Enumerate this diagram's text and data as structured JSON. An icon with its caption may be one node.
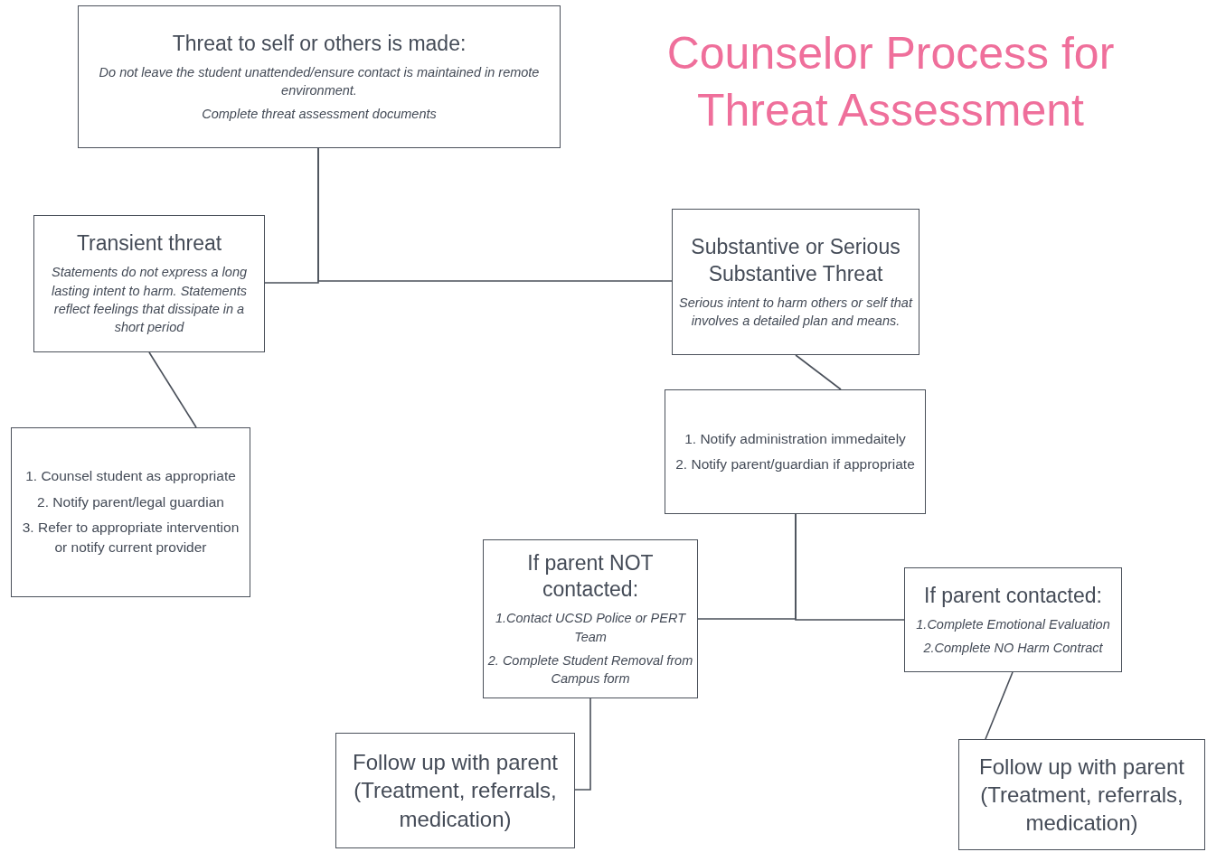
{
  "diagram": {
    "title": "Counselor Process for Threat Assessment",
    "nodes": [
      {
        "text": [
          "Threat to self or others is made:",
          "Do not leave the student unattended/ensure contact is maintained in remote environment.",
          "Complete threat assessment documents"
        ]
      },
      {
        "text": [
          "Transient threat",
          "Statements do not express a long lasting intent to harm. Statements reflect feelings that dissipate in a short period"
        ]
      },
      {
        "text": [
          "Substantive or Serious Substantive Threat",
          "Serious intent to harm others or self that involves a detailed plan and means."
        ]
      },
      {
        "text": [
          "1. Counsel student as appropriate",
          "2. Notify parent/legal guardian",
          "3. Refer to appropriate intervention or notify current provider"
        ]
      },
      {
        "text": [
          "1. Notify administration immedaitely",
          "2. Notify parent/guardian if appropriate"
        ]
      },
      {
        "text": [
          "If parent NOT contacted:",
          "1.Contact UCSD Police or PERT Team",
          "2. Complete Student Removal from Campus form"
        ]
      },
      {
        "text": [
          "If parent contacted:",
          "1.Complete Emotional Evaluation",
          "2.Complete NO Harm Contract"
        ]
      },
      {
        "text": [
          "Follow up with parent (Treatment, referrals, medication)"
        ]
      },
      {
        "text": [
          "Follow up with parent (Treatment, referrals, medication)"
        ]
      }
    ],
    "edges": [
      {
        "from": 0,
        "to": 1,
        "arrow": "none"
      },
      {
        "from": 0,
        "to": 2,
        "arrow": "none"
      },
      {
        "from": 1,
        "to": 3,
        "arrow": "none"
      },
      {
        "from": 2,
        "to": 4,
        "arrow": "none"
      },
      {
        "from": 4,
        "to": 5,
        "arrow": "none"
      },
      {
        "from": 4,
        "to": 6,
        "arrow": "none"
      },
      {
        "from": 5,
        "to": 7,
        "arrow": "none"
      },
      {
        "from": 6,
        "to": 8,
        "arrow": "none"
      }
    ]
  }
}
